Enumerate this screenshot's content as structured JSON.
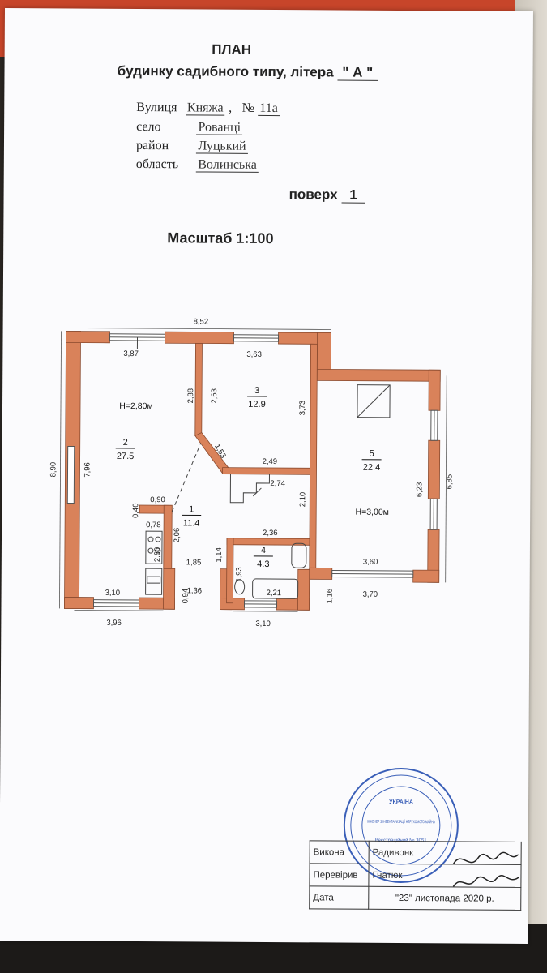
{
  "doc": {
    "title": "ПЛАН",
    "subtitle_prefix": "будинку садибного типу, літера",
    "letter": "\" А \"",
    "address": {
      "street_label": "Вулиця",
      "street_value": "Княжа",
      "number_sep": ",",
      "number_label": "№",
      "number_value": "11а",
      "village_label": "село",
      "village_value": "Рованці",
      "district_label": "район",
      "district_value": "Луцький",
      "region_label": "область",
      "region_value": "Волинська"
    },
    "floor_label": "поверх",
    "floor_value": "1",
    "scale": "Масштаб 1:100"
  },
  "plan": {
    "overall_width": "8,52",
    "overall_height": "8,90",
    "wall_color": "#d9825a",
    "dims": {
      "d387": "3,87",
      "d363": "3,63",
      "d288": "2,88",
      "d263": "2,63",
      "d373": "3,73",
      "d796": "7,96",
      "d153": "1,53",
      "d249": "2,49",
      "d274": "2,74",
      "d210": "2,10",
      "d623": "6,23",
      "d685": "6,85",
      "d090": "0,90",
      "d040": "0,40",
      "d078": "0,78",
      "d206": "2,06",
      "d236": "2,36",
      "d260": "2,60",
      "d185": "1,85",
      "d114": "1,14",
      "d193": "1,93",
      "d360": "3,60",
      "d310a": "3,10",
      "d094": "0,94",
      "d136": "1,36",
      "d221": "2,21",
      "d116": "1,16",
      "d370": "3,70",
      "d396": "3,96",
      "d310b": "3,10"
    },
    "rooms": [
      {
        "num": "1",
        "area": "11.4"
      },
      {
        "num": "2",
        "area": "27.5",
        "height": "H=2,80м"
      },
      {
        "num": "3",
        "area": "12.9"
      },
      {
        "num": "4",
        "area": "4.3"
      },
      {
        "num": "5",
        "area": "22.4",
        "height": "H=3,00м"
      }
    ]
  },
  "stamp": {
    "text": "ІНЖЕНЕР З ІНВЕНТАРИЗАЦІЇ НЕРУХОМОГО МАЙНА",
    "top": "УКРАЇНА",
    "reg": "Реєстраційний № 3051",
    "color": "#3a5fb8"
  },
  "signatures": {
    "executed_label": "Викона",
    "executed_value": "Радивонк",
    "checked_label": "Перевірив",
    "checked_value": "Гнатюк",
    "date_label": "Дата",
    "date_value": "\"23\" листопада 2020 р."
  }
}
